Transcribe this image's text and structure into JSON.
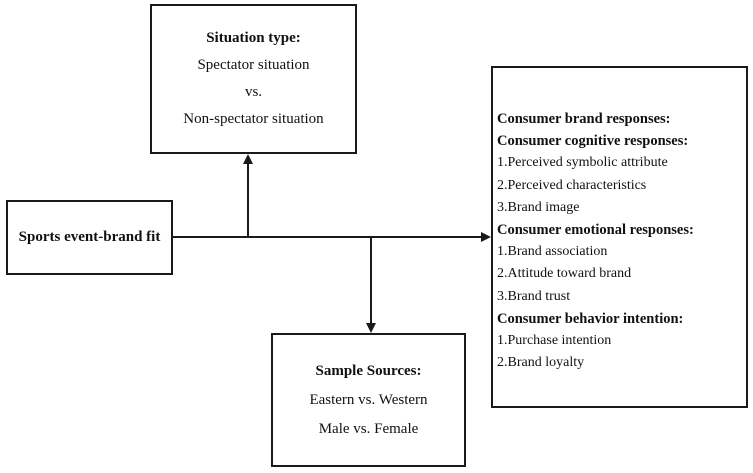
{
  "situation": {
    "title": "Situation type:",
    "lines": [
      "Spectator situation",
      "vs.",
      "Non-spectator situation"
    ]
  },
  "fit": {
    "label": "Sports event-brand fit"
  },
  "sample": {
    "title": "Sample Sources:",
    "lines": [
      "Eastern vs. Western",
      "Male vs. Female"
    ]
  },
  "responses": {
    "title": "Consumer brand responses:",
    "cognitive": {
      "title": "Consumer cognitive responses:",
      "items": [
        "1.Perceived symbolic attribute",
        "2.Perceived characteristics",
        "3.Brand image"
      ]
    },
    "emotional": {
      "title": "Consumer emotional responses:",
      "items": [
        "1.Brand association",
        "2.Attitude toward brand",
        "3.Brand trust"
      ]
    },
    "behavior": {
      "title": "Consumer behavior intention:",
      "items": [
        "1.Purchase intention",
        "2.Brand loyalty"
      ]
    }
  }
}
